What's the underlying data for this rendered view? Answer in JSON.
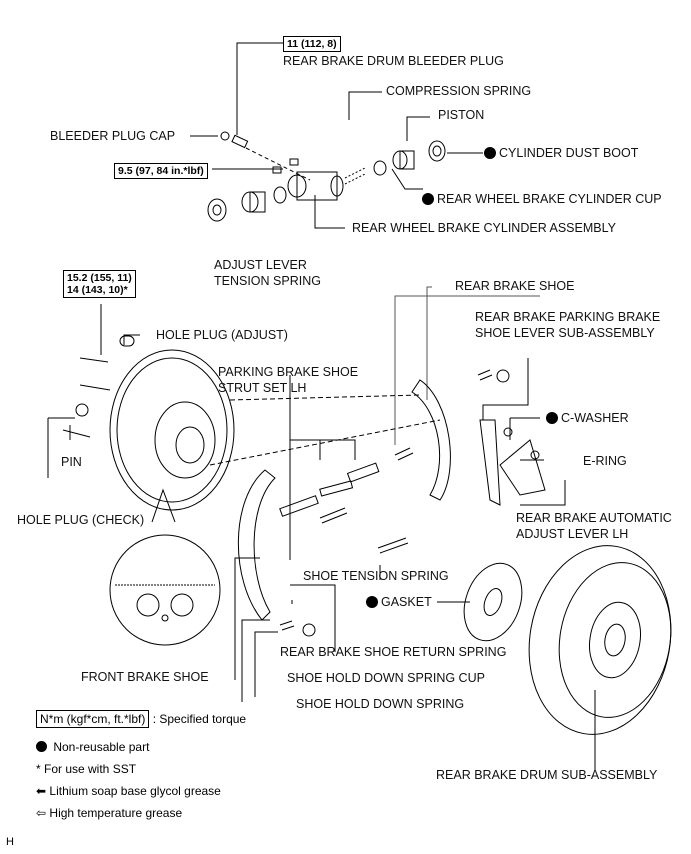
{
  "diagram": {
    "title": "Rear Drum Brake Exploded View",
    "torque_specs": {
      "bleeder_plug": "11 (112, 8)",
      "cylinder_bolt": "9.5 (97, 84 in.*lbf)",
      "backing_plate_line1": "15.2 (155, 11)",
      "backing_plate_line2": "14 (143, 10)*"
    },
    "parts": {
      "bleeder_plug": "REAR BRAKE DRUM BLEEDER PLUG",
      "bleeder_cap": "BLEEDER PLUG CAP",
      "compression_spring": "COMPRESSION SPRING",
      "piston": "PISTON",
      "dust_boot": "CYLINDER DUST BOOT",
      "cylinder_cup": "REAR WHEEL BRAKE CYLINDER CUP",
      "cylinder_assembly": "REAR WHEEL BRAKE CYLINDER ASSEMBLY",
      "adjust_lever_spring_1": "ADJUST LEVER",
      "adjust_lever_spring_2": "TENSION SPRING",
      "rear_brake_shoe": "REAR BRAKE SHOE",
      "parking_lever_1": "REAR BRAKE PARKING BRAKE",
      "parking_lever_2": "SHOE LEVER SUB-ASSEMBLY",
      "hole_plug_adjust": "HOLE PLUG (ADJUST)",
      "strut_set_1": "PARKING BRAKE SHOE",
      "strut_set_2": "STRUT SET LH",
      "c_washer": "C-WASHER",
      "e_ring": "E-RING",
      "pin": "PIN",
      "hole_plug_check": "HOLE PLUG (CHECK)",
      "auto_adjust_1": "REAR BRAKE AUTOMATIC",
      "auto_adjust_2": "ADJUST LEVER LH",
      "shoe_tension_spring": "SHOE TENSION SPRING",
      "gasket": "GASKET",
      "return_spring": "REAR BRAKE SHOE RETURN SPRING",
      "front_brake_shoe": "FRONT BRAKE SHOE",
      "hold_down_cup": "SHOE HOLD DOWN SPRING CUP",
      "hold_down_spring": "SHOE HOLD DOWN SPRING",
      "drum": "REAR BRAKE DRUM SUB-ASSEMBLY"
    }
  },
  "legend": {
    "torque_unit": "N*m (kgf*cm, ft.*lbf)",
    "torque_desc": ": Specified torque",
    "non_reusable": "Non-reusable part",
    "sst": "* For use with SST",
    "lithium": "Lithium soap base glycol grease",
    "high_temp": "High temperature grease",
    "icons": {
      "non_reusable": "filled-circle",
      "lithium": "filled-arrow-left",
      "high_temp": "outline-arrow-left"
    }
  },
  "sheet_code": "H"
}
